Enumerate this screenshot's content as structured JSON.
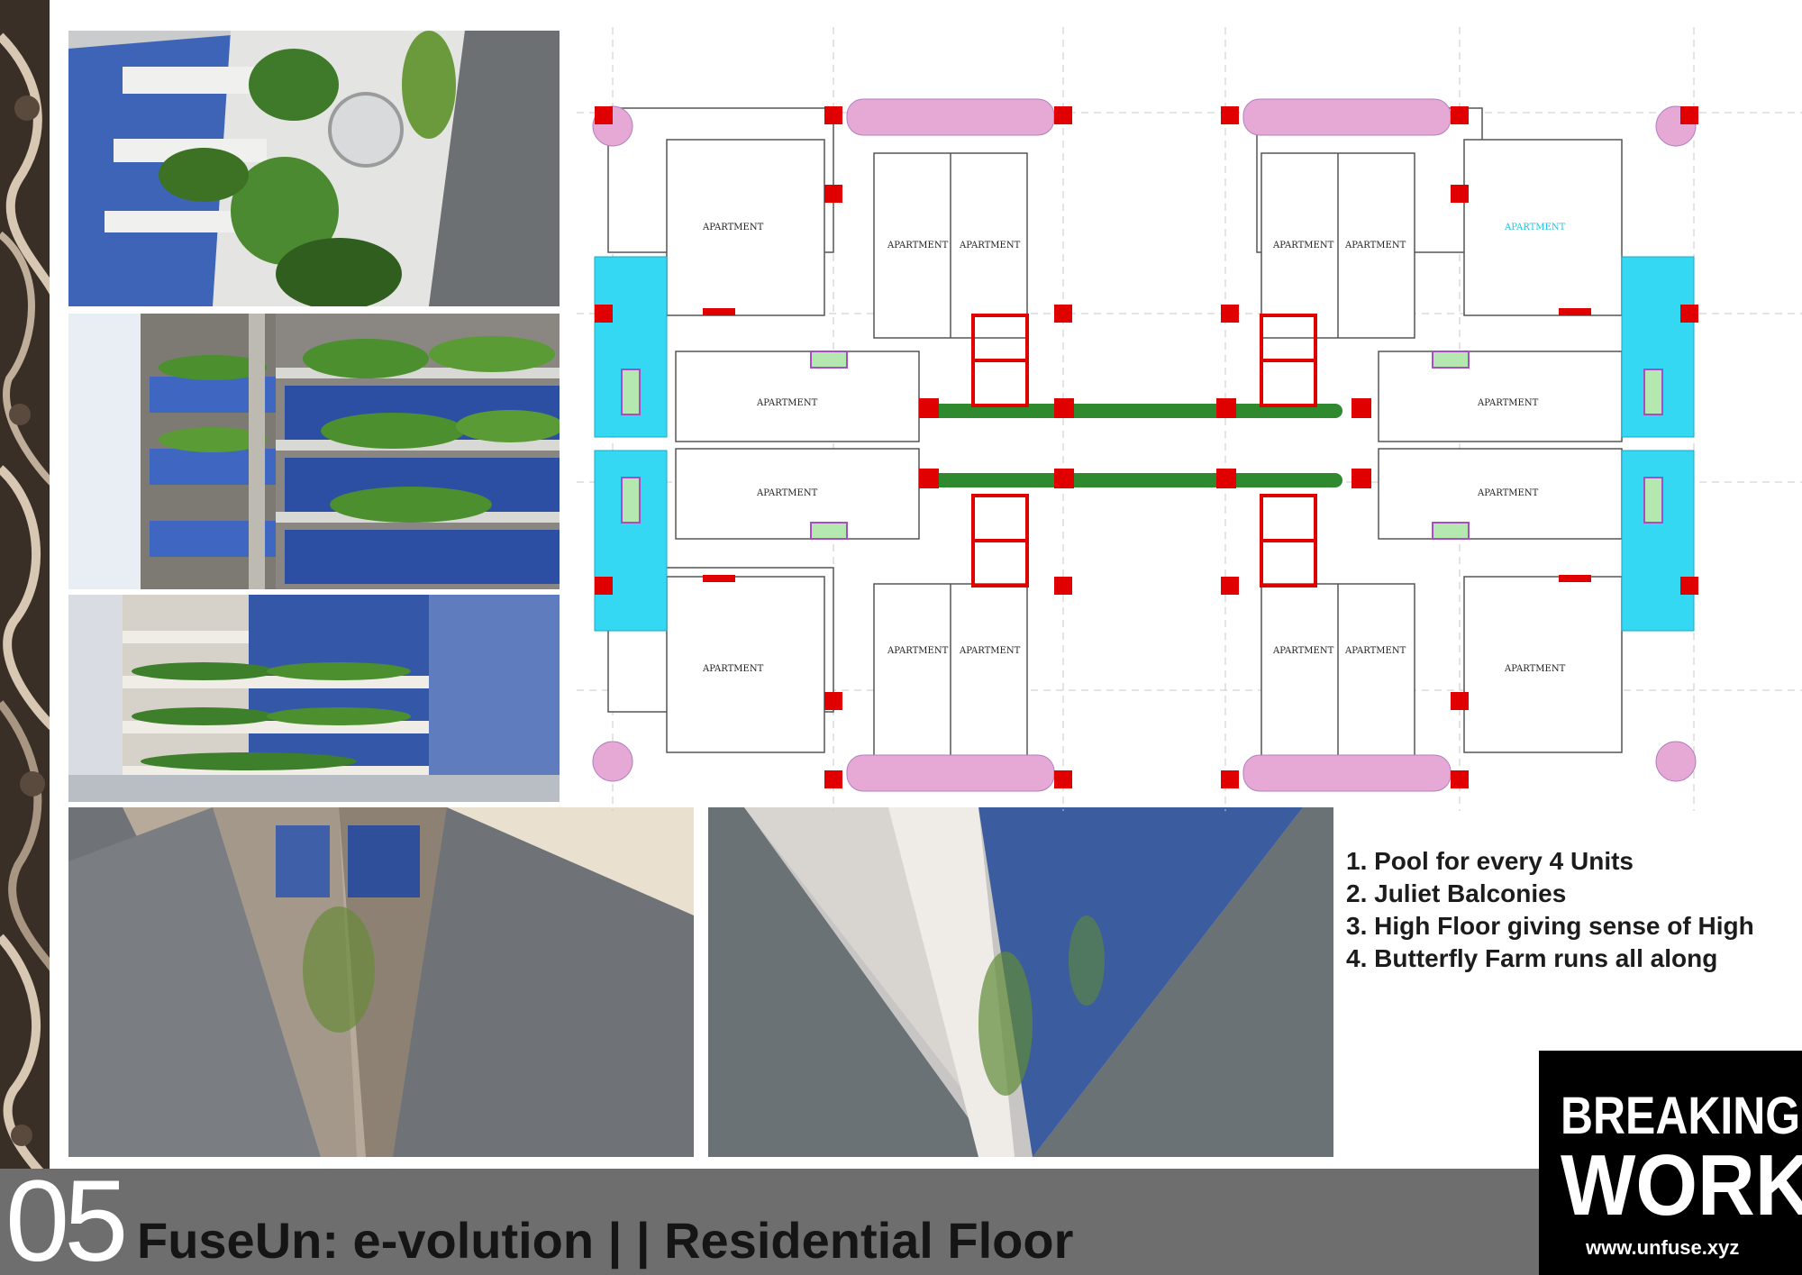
{
  "sheet": {
    "page_number": "05",
    "title": "FuseUn: e-volution  | | Residential Floor"
  },
  "plan": {
    "apartment_label": "APARTMENT"
  },
  "notes": [
    "1. Pool for every 4 Units",
    "2. Juliet Balconies",
    "3. High Floor giving sense of High",
    "4. Butterfly Farm runs all along"
  ],
  "logo": {
    "line1": "BREAKING",
    "line2": "WORK",
    "url": "www.unfuse.xyz"
  },
  "colors": {
    "pool": "#35d8f2",
    "column": "#ff0000",
    "bar": "#6e6e6e",
    "logo_bg": "#000000"
  }
}
